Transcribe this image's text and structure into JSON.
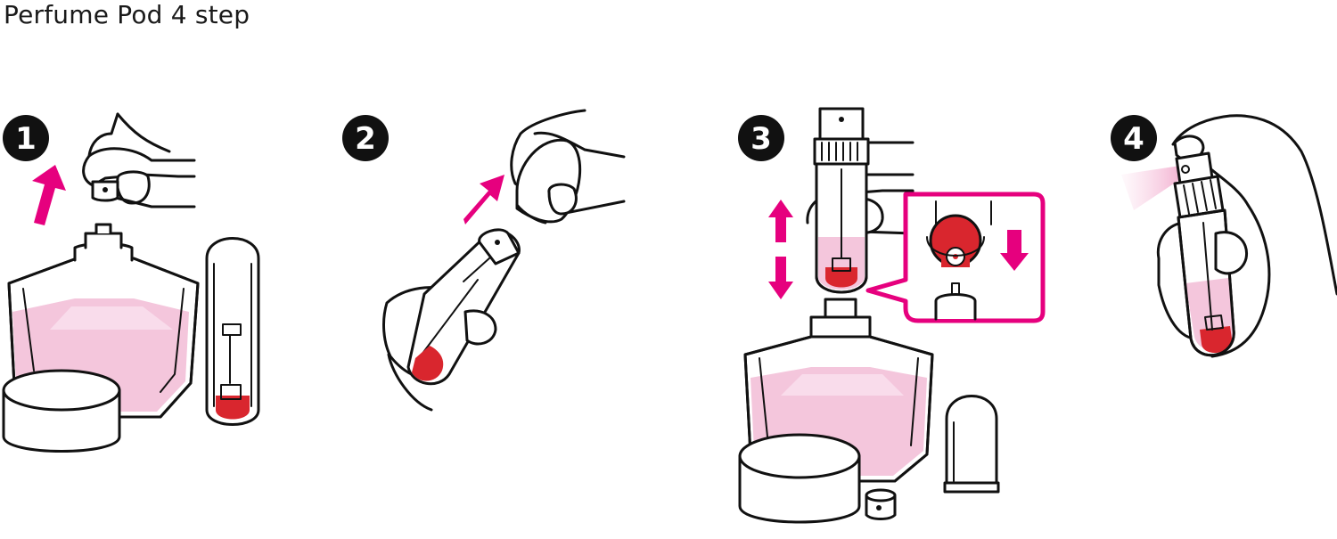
{
  "title": "Perfume Pod 4 step",
  "steps": [
    {
      "number": "1"
    },
    {
      "number": "2"
    },
    {
      "number": "3"
    },
    {
      "number": "4"
    }
  ],
  "colors": {
    "accent": "#e6007e",
    "liquid": "#f4c6dc",
    "fill_red": "#d9262e",
    "outline": "#111111",
    "mist": "#f7c9e0"
  },
  "icons": [
    "up-arrow-icon",
    "diagonal-arrow-icon",
    "double-arrow-icon",
    "down-arrow-icon"
  ]
}
